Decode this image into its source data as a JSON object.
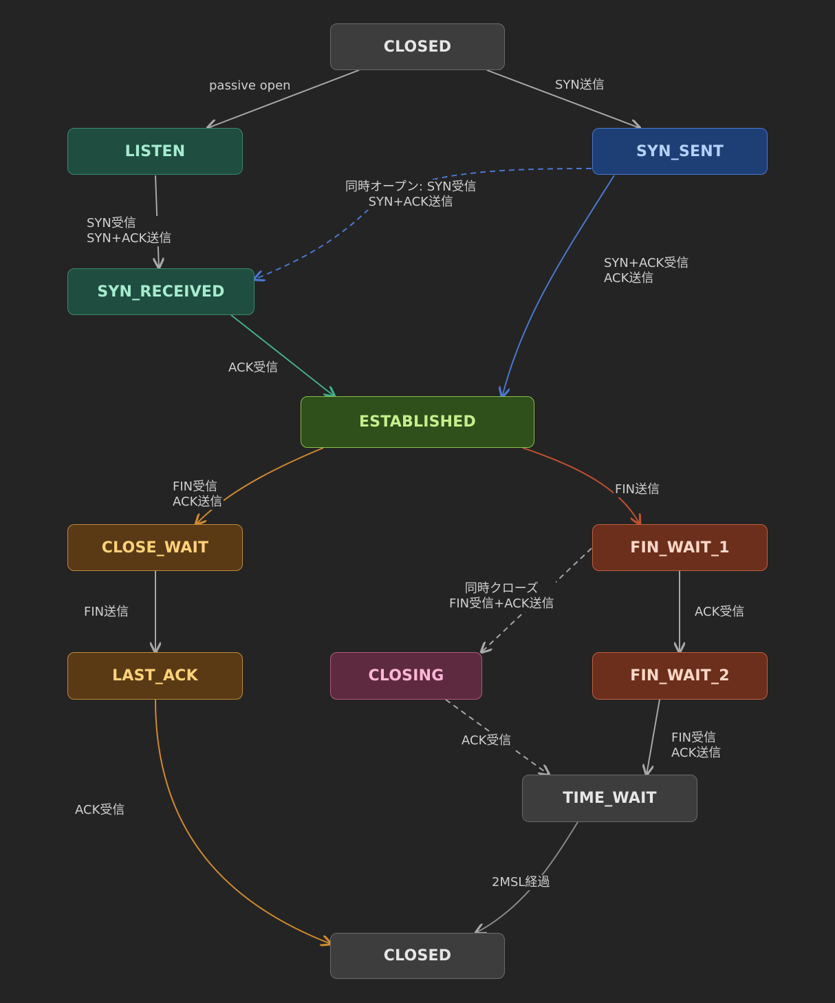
{
  "nodes": {
    "closed_top": "CLOSED",
    "listen": "LISTEN",
    "syn_sent": "SYN_SENT",
    "syn_received": "SYN_RECEIVED",
    "established": "ESTABLISHED",
    "close_wait": "CLOSE_WAIT",
    "fin_wait_1": "FIN_WAIT_1",
    "last_ack": "LAST_ACK",
    "closing": "CLOSING",
    "fin_wait_2": "FIN_WAIT_2",
    "time_wait": "TIME_WAIT",
    "closed_bottom": "CLOSED"
  },
  "edges": {
    "passive_open": "passive open",
    "syn_send": "SYN送信",
    "simultaneous_open": "同時オープン: SYN受信\nSYN+ACK送信",
    "listen_syn": "SYN受信\nSYN+ACK送信",
    "syn_ack_recv": "SYN+ACK受信\nACK送信",
    "ack_recv_established": "ACK受信",
    "fin_recv_ack_send": "FIN受信\nACK送信",
    "fin_send_wait1": "FIN送信",
    "simultaneous_close": "同時クローズ\nFIN受信+ACK送信",
    "fin_send_lastack": "FIN送信",
    "ack_recv_wait2": "ACK受信",
    "ack_recv_closing": "ACK受信",
    "fin_recv_wait2": "FIN受信\nACK送信",
    "ack_recv_lastack": "ACK受信",
    "two_msl": "2MSL経過"
  },
  "colors": {
    "background": "#242424",
    "gray_node": "#3d3d3d",
    "teal_node": "#1f4d40",
    "blue_node": "#1e3f75",
    "green_node": "#2f4f1b",
    "orange_node": "#5a3a15",
    "red_node": "#6b2f1c",
    "pink_node": "#5e2a40"
  }
}
